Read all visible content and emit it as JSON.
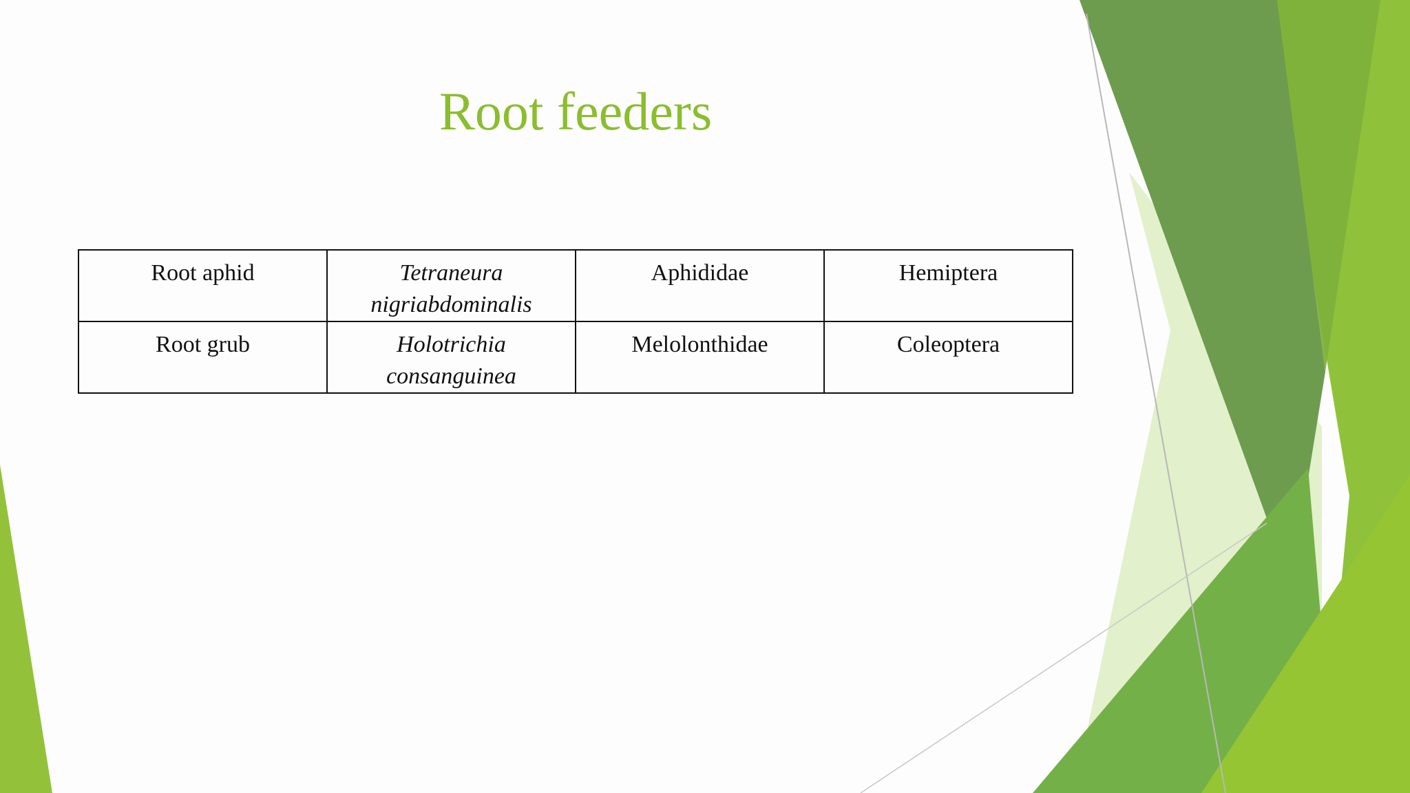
{
  "slide": {
    "title": "Root feeders",
    "colors": {
      "title": "#8cbd2f",
      "dark_green": "#6a9a45",
      "mid_green": "#7ab342",
      "light_green": "#93c23a",
      "pale_green": "#dfeec5"
    }
  },
  "table": {
    "rows": [
      {
        "common_name": "Root aphid",
        "scientific_name_line1": "Tetraneura",
        "scientific_name_line2": "nigriabdominalis",
        "family": "Aphididae",
        "order": "Hemiptera"
      },
      {
        "common_name": "Root grub",
        "scientific_name_line1": "Holotrichia",
        "scientific_name_line2": "consanguinea",
        "family": "Melolonthidae",
        "order": "Coleoptera"
      }
    ]
  }
}
